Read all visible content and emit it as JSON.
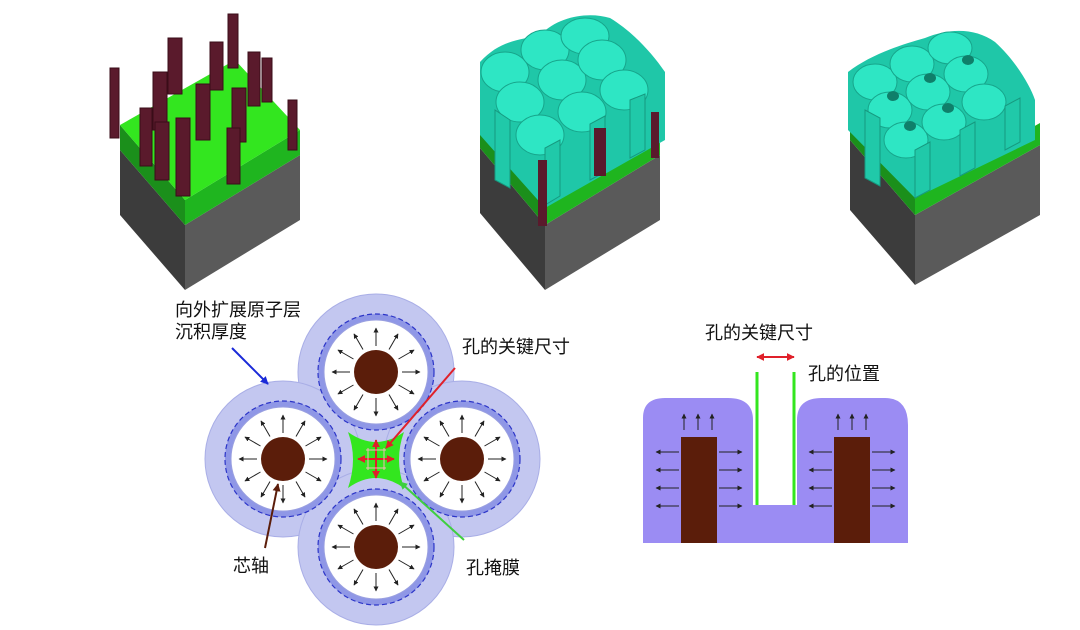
{
  "labels": {
    "deposition": [
      "向外扩展原子层",
      "沉积厚度"
    ],
    "hole_cd_left": "孔的关键尺寸",
    "mandrel": "芯轴",
    "hole_mask": "孔掩膜",
    "hole_cd_right": "孔的关键尺寸",
    "hole_position": "孔的位置"
  },
  "colors": {
    "pillar": "#5a1a2c",
    "mask_green": "#33e61f",
    "deposit_cyan": "#2ee6c4",
    "substrate_gray": "#555555",
    "mandrel_brown": "#5b1d0a",
    "halo_blue": "#c3c7f0",
    "ald_purple": "#9b8cf3",
    "arrow_red": "#e0202a",
    "arrow_blue": "#1a2ad8",
    "arrow_green": "#3fcf3f"
  }
}
